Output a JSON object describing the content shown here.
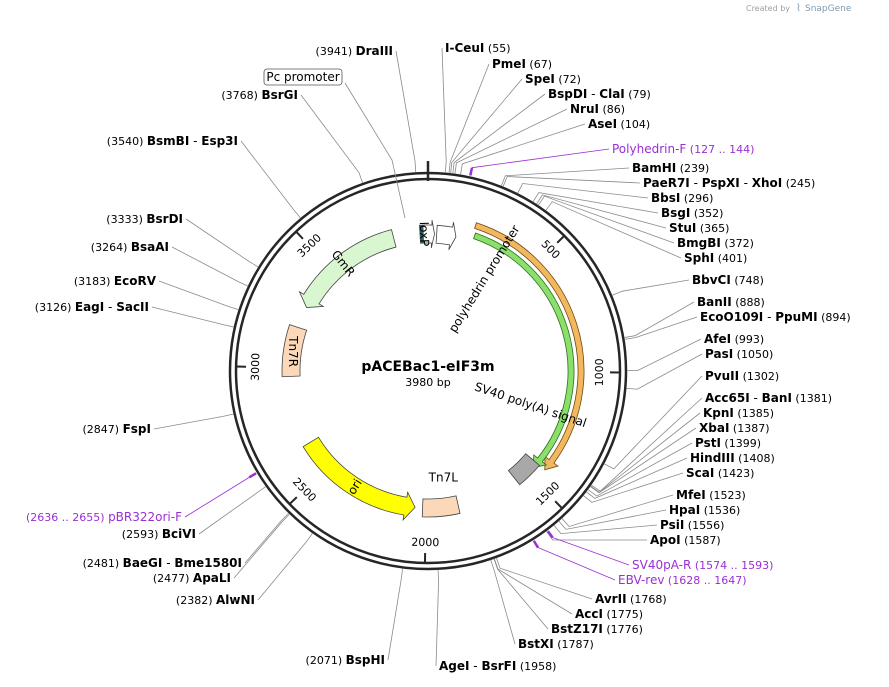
{
  "credit": {
    "prefix": "Created by",
    "brand": "SnapGene"
  },
  "plasmid": {
    "name": "pACEBac1-eIF3m",
    "size_label": "3980 bp",
    "length": 3980
  },
  "colors": {
    "backbone": "#262626",
    "leader": "#8a8a8a",
    "primer": "#9a2fd3",
    "gmr": "#d8f7d0",
    "tn7": "#fbd9b8",
    "ori": "#ffff00",
    "polyhedrin": "#ffffff",
    "sv40": "#a8a8a8",
    "loxp": "#1f6b73",
    "pc_promoter": "#ffffff",
    "primer_green": "#8be06c",
    "primer_orange": "#f3b85e"
  },
  "ticks": [
    {
      "label": "500",
      "pos": 500
    },
    {
      "label": "1000",
      "pos": 1000
    },
    {
      "label": "1500",
      "pos": 1500
    },
    {
      "label": "2000",
      "pos": 2000
    },
    {
      "label": "2500",
      "pos": 2500
    },
    {
      "label": "3000",
      "pos": 3000
    },
    {
      "label": "3500",
      "pos": 3500
    }
  ],
  "features": [
    {
      "name": "loxP",
      "label": "loxP",
      "start": 3943,
      "end": 3977,
      "color": "loxp"
    },
    {
      "name": "pc-promoter",
      "label": "",
      "start": 3958,
      "end": 30,
      "color": "polyhedrin"
    },
    {
      "name": "polyhedrin-promoter",
      "label": "polyhedrin promoter",
      "start": 40,
      "end": 130,
      "color": "polyhedrin"
    },
    {
      "name": "sv40-polya",
      "label": "SV40 poly(A) signal",
      "start": 1440,
      "end": 1560,
      "color": "sv40"
    },
    {
      "name": "tn7l",
      "label": "Tn7L",
      "start": 1850,
      "end": 2015,
      "color": "tn7"
    },
    {
      "name": "ori",
      "label": "ori",
      "start": 2050,
      "end": 2640,
      "color": "ori"
    },
    {
      "name": "tn7r",
      "label": "Tn7R",
      "start": 2960,
      "end": 3190,
      "color": "tn7"
    },
    {
      "name": "gmr",
      "label": "GmR",
      "start": 3290,
      "end": 3820,
      "color": "gmr"
    }
  ],
  "callout": {
    "label": "Pc promoter"
  },
  "sites": [
    {
      "names": [
        "DraIII"
      ],
      "pos": "(3941)",
      "loc": 3941,
      "side": "left"
    },
    {
      "names": [
        "I-CeuI"
      ],
      "pos": "(55)",
      "loc": 55,
      "side": "right"
    },
    {
      "names": [
        "PmeI"
      ],
      "pos": "(67)",
      "loc": 67,
      "side": "right"
    },
    {
      "names": [
        "SpeI"
      ],
      "pos": "(72)",
      "loc": 72,
      "side": "right"
    },
    {
      "names": [
        "BspDI",
        "ClaI"
      ],
      "pos": "(79)",
      "loc": 79,
      "side": "right"
    },
    {
      "names": [
        "NruI"
      ],
      "pos": "(86)",
      "loc": 86,
      "side": "right"
    },
    {
      "names": [
        "AseI"
      ],
      "pos": "(104)",
      "loc": 104,
      "side": "right"
    },
    {
      "names": [
        "BamHI"
      ],
      "pos": "(239)",
      "loc": 239,
      "side": "right"
    },
    {
      "names": [
        "PaeR7I",
        "PspXI",
        "XhoI"
      ],
      "pos": "(245)",
      "loc": 245,
      "side": "right"
    },
    {
      "names": [
        "BbsI"
      ],
      "pos": "(296)",
      "loc": 296,
      "side": "right"
    },
    {
      "names": [
        "BsgI"
      ],
      "pos": "(352)",
      "loc": 352,
      "side": "right"
    },
    {
      "names": [
        "StuI"
      ],
      "pos": "(365)",
      "loc": 365,
      "side": "right"
    },
    {
      "names": [
        "BmgBI"
      ],
      "pos": "(372)",
      "loc": 372,
      "side": "right"
    },
    {
      "names": [
        "SphI"
      ],
      "pos": "(401)",
      "loc": 401,
      "side": "right"
    },
    {
      "names": [
        "BbvCI"
      ],
      "pos": "(748)",
      "loc": 748,
      "side": "right"
    },
    {
      "names": [
        "BanII"
      ],
      "pos": "(888)",
      "loc": 888,
      "side": "right"
    },
    {
      "names": [
        "EcoO109I",
        "PpuMI"
      ],
      "pos": "(894)",
      "loc": 894,
      "side": "right"
    },
    {
      "names": [
        "AfeI"
      ],
      "pos": "(993)",
      "loc": 993,
      "side": "right"
    },
    {
      "names": [
        "PasI"
      ],
      "pos": "(1050)",
      "loc": 1050,
      "side": "right"
    },
    {
      "names": [
        "PvuII"
      ],
      "pos": "(1302)",
      "loc": 1302,
      "side": "right"
    },
    {
      "names": [
        "Acc65I",
        "BanI"
      ],
      "pos": "(1381)",
      "loc": 1381,
      "side": "right"
    },
    {
      "names": [
        "KpnI"
      ],
      "pos": "(1385)",
      "loc": 1385,
      "side": "right"
    },
    {
      "names": [
        "XbaI"
      ],
      "pos": "(1387)",
      "loc": 1387,
      "side": "right"
    },
    {
      "names": [
        "PstI"
      ],
      "pos": "(1399)",
      "loc": 1399,
      "side": "right"
    },
    {
      "names": [
        "HindIII"
      ],
      "pos": "(1408)",
      "loc": 1408,
      "side": "right"
    },
    {
      "names": [
        "ScaI"
      ],
      "pos": "(1423)",
      "loc": 1423,
      "side": "right"
    },
    {
      "names": [
        "MfeI"
      ],
      "pos": "(1523)",
      "loc": 1523,
      "side": "right"
    },
    {
      "names": [
        "HpaI"
      ],
      "pos": "(1536)",
      "loc": 1536,
      "side": "right"
    },
    {
      "names": [
        "PsiI"
      ],
      "pos": "(1556)",
      "loc": 1556,
      "side": "right"
    },
    {
      "names": [
        "ApoI"
      ],
      "pos": "(1587)",
      "loc": 1587,
      "side": "right"
    },
    {
      "names": [
        "AvrII"
      ],
      "pos": "(1768)",
      "loc": 1768,
      "side": "right"
    },
    {
      "names": [
        "AccI"
      ],
      "pos": "(1775)",
      "loc": 1775,
      "side": "right"
    },
    {
      "names": [
        "BstZ17I"
      ],
      "pos": "(1776)",
      "loc": 1776,
      "side": "right"
    },
    {
      "names": [
        "BstXI"
      ],
      "pos": "(1787)",
      "loc": 1787,
      "side": "right"
    },
    {
      "names": [
        "AgeI",
        "BsrFI"
      ],
      "pos": "(1958)",
      "loc": 1958,
      "side": "right"
    },
    {
      "names": [
        "BspHI"
      ],
      "pos": "(2071)",
      "loc": 2071,
      "side": "left"
    },
    {
      "names": [
        "AlwNI"
      ],
      "pos": "(2382)",
      "loc": 2382,
      "side": "left"
    },
    {
      "names": [
        "ApaLI"
      ],
      "pos": "(2477)",
      "loc": 2477,
      "side": "left"
    },
    {
      "names": [
        "BaeGI",
        "Bme1580I"
      ],
      "pos": "(2481)",
      "loc": 2481,
      "side": "left"
    },
    {
      "names": [
        "BciVI"
      ],
      "pos": "(2593)",
      "loc": 2593,
      "side": "left"
    },
    {
      "names": [
        "FspI"
      ],
      "pos": "(2847)",
      "loc": 2847,
      "side": "left"
    },
    {
      "names": [
        "EagI",
        "SacII"
      ],
      "pos": "(3126)",
      "loc": 3126,
      "side": "left"
    },
    {
      "names": [
        "EcoRV"
      ],
      "pos": "(3183)",
      "loc": 3183,
      "side": "left"
    },
    {
      "names": [
        "BsaAI"
      ],
      "pos": "(3264)",
      "loc": 3264,
      "side": "left"
    },
    {
      "names": [
        "BsrDI"
      ],
      "pos": "(3333)",
      "loc": 3333,
      "side": "left"
    },
    {
      "names": [
        "BsmBI",
        "Esp3I"
      ],
      "pos": "(3540)",
      "loc": 3540,
      "side": "left"
    },
    {
      "names": [
        "BsrGI"
      ],
      "pos": "(3768)",
      "loc": 3768,
      "side": "left"
    }
  ],
  "primers": [
    {
      "name": "Polyhedrin-F",
      "pos": "(127 .. 144)",
      "loc": 135,
      "side": "right"
    },
    {
      "name": "SV40pA-R",
      "pos": "(1574 .. 1593)",
      "loc": 1583,
      "side": "right"
    },
    {
      "name": "EBV-rev",
      "pos": "(1628 .. 1647)",
      "loc": 1637,
      "side": "right"
    },
    {
      "name": "pBR322ori-F",
      "pos": "(2636 .. 2655)",
      "loc": 2645,
      "side": "left"
    }
  ]
}
